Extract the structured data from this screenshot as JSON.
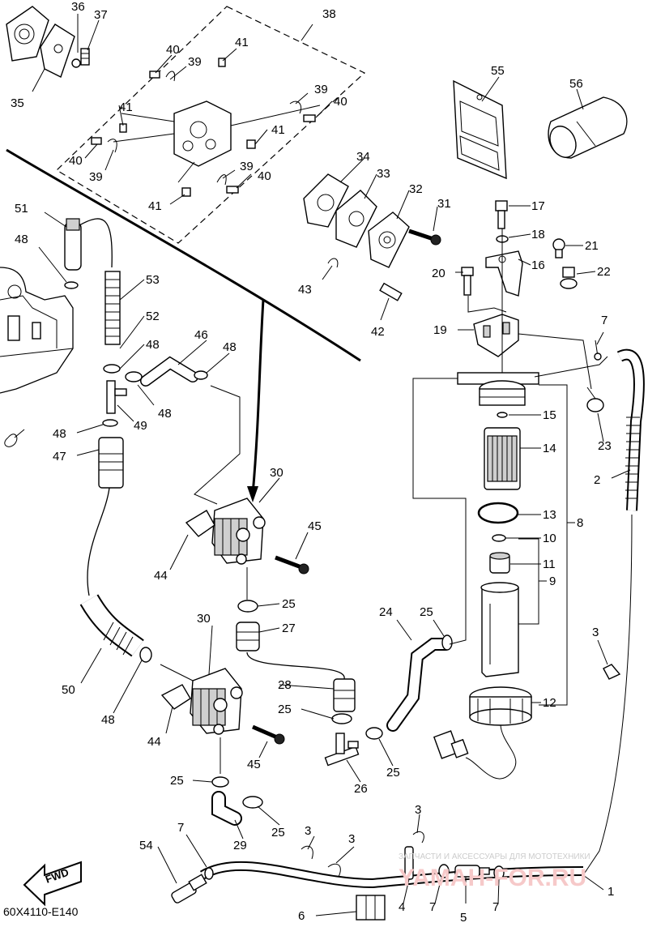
{
  "diagram_code": "60X4110-E140",
  "fwd_label": "FWD",
  "watermark": {
    "line1": "ЗАПЧАСТИ И АКСЕССУАРЫ ДЛЯ МОТОТЕХНИКИ",
    "line2": "YAMAH-FOR.RU"
  },
  "callouts": {
    "c1": "1",
    "c2": "2",
    "c3a": "3",
    "c3b": "3",
    "c3c": "3",
    "c3d": "3",
    "c4": "4",
    "c5": "5",
    "c6": "6",
    "c7a": "7",
    "c7b": "7",
    "c7c": "7",
    "c7d": "7",
    "c8": "8",
    "c9": "9",
    "c10": "10",
    "c11": "11",
    "c12": "12",
    "c13": "13",
    "c14": "14",
    "c15": "15",
    "c16": "16",
    "c17": "17",
    "c18": "18",
    "c19": "19",
    "c20": "20",
    "c21": "21",
    "c22": "22",
    "c23": "23",
    "c24": "24",
    "c25a": "25",
    "c25b": "25",
    "c25c": "25",
    "c25d": "25",
    "c25e": "25",
    "c25f": "25",
    "c26": "26",
    "c27": "27",
    "c28": "28",
    "c29": "29",
    "c30a": "30",
    "c30b": "30",
    "c31": "31",
    "c32": "32",
    "c33": "33",
    "c34": "34",
    "c35": "35",
    "c36": "36",
    "c37": "37",
    "c38": "38",
    "c39a": "39",
    "c39b": "39",
    "c39c": "39",
    "c39d": "39",
    "c40a": "40",
    "c40b": "40",
    "c40c": "40",
    "c40d": "40",
    "c41a": "41",
    "c41b": "41",
    "c41c": "41",
    "c41d": "41",
    "c42": "42",
    "c43": "43",
    "c44a": "44",
    "c44b": "44",
    "c45a": "45",
    "c45b": "45",
    "c46": "46",
    "c47": "47",
    "c48a": "48",
    "c48b": "48",
    "c48c": "48",
    "c48d": "48",
    "c48e": "48",
    "c48f": "48",
    "c49": "49",
    "c50": "50",
    "c51": "51",
    "c52": "52",
    "c53": "53",
    "c54": "54",
    "c55": "55",
    "c56": "56"
  }
}
